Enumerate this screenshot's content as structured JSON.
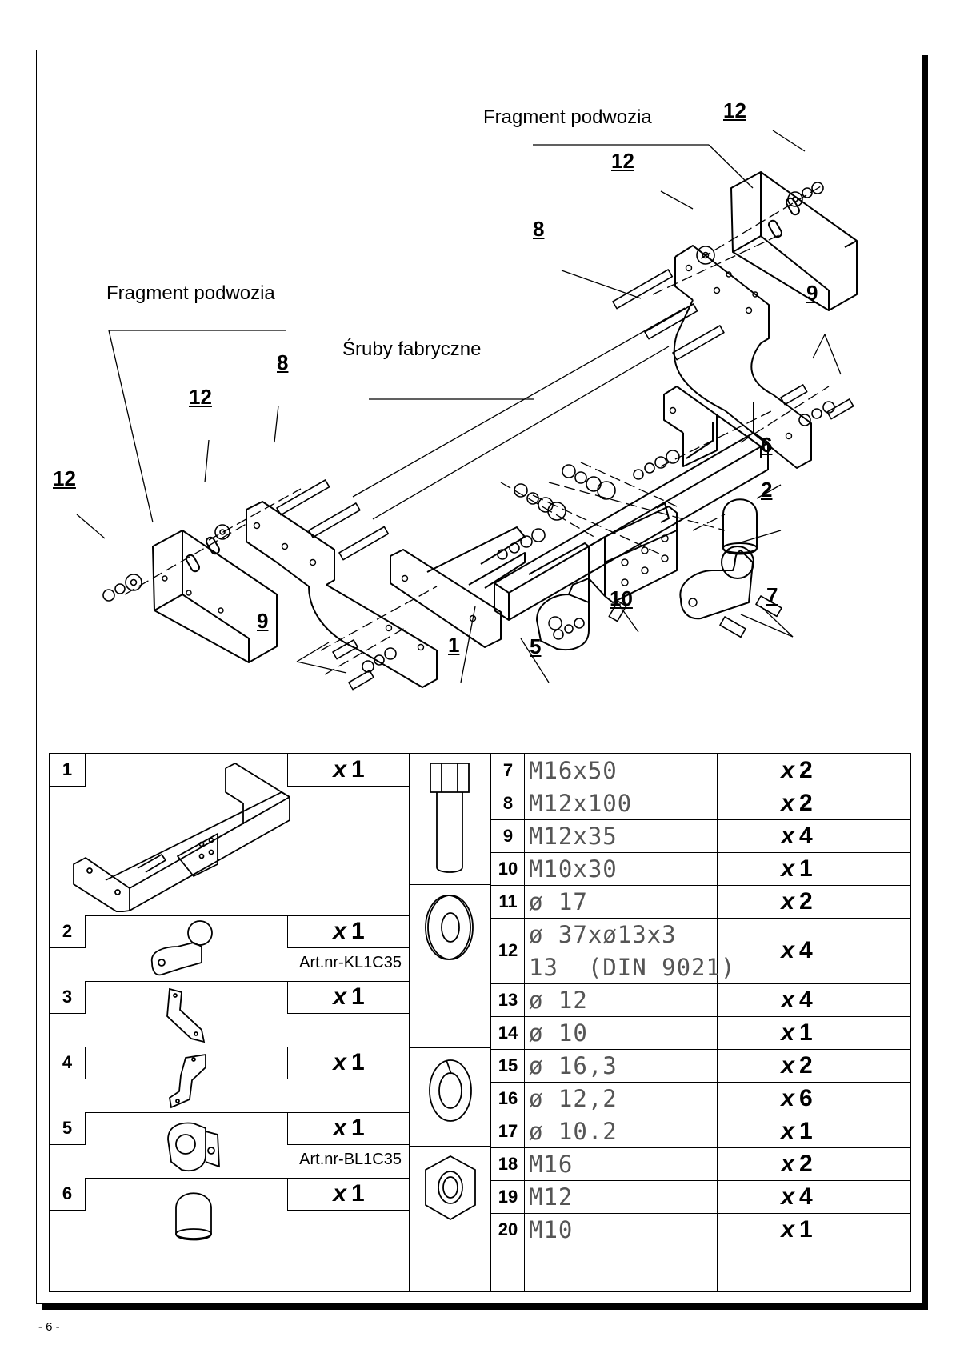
{
  "diagram": {
    "labels": {
      "fragment_top": "Fragment podwozia",
      "fragment_left": "Fragment podwozia",
      "sruby": "Śruby fabryczne",
      "n12a": "12",
      "n12b": "12",
      "n12c": "12",
      "n12d": "12",
      "n8a": "8",
      "n8b": "8",
      "n9a": "9",
      "n9b": "9",
      "n6": "6",
      "n2": "2",
      "n7": "7",
      "n10": "10",
      "n1": "1",
      "n5": "5"
    }
  },
  "parts_left": [
    {
      "num": "1",
      "qty": "x",
      "qty_n": "1",
      "art": ""
    },
    {
      "num": "2",
      "qty": "x",
      "qty_n": "1",
      "art": "Art.nr-KL1C35"
    },
    {
      "num": "3",
      "qty": "x",
      "qty_n": "1",
      "art": ""
    },
    {
      "num": "4",
      "qty": "x",
      "qty_n": "1",
      "art": ""
    },
    {
      "num": "5",
      "qty": "x",
      "qty_n": "1",
      "art": "Art.nr-BL1C35"
    },
    {
      "num": "6",
      "qty": "x",
      "qty_n": "1",
      "art": ""
    }
  ],
  "parts_right": [
    {
      "num": "7",
      "desc": "M16x50",
      "qty": "x",
      "qty_n": "2"
    },
    {
      "num": "8",
      "desc": "M12x100",
      "qty": "x",
      "qty_n": "2"
    },
    {
      "num": "9",
      "desc": "M12x35",
      "qty": "x",
      "qty_n": "4"
    },
    {
      "num": "10",
      "desc": "M10x30",
      "qty": "x",
      "qty_n": "1"
    },
    {
      "num": "11",
      "desc": "ø 17",
      "qty": "x",
      "qty_n": "2"
    },
    {
      "num": "12",
      "desc": "ø 37xø13x3",
      "desc2": "13  (DIN 9021)",
      "qty": "x",
      "qty_n": "4"
    },
    {
      "num": "13",
      "desc": "ø 12",
      "qty": "x",
      "qty_n": "4"
    },
    {
      "num": "14",
      "desc": "ø 10",
      "qty": "x",
      "qty_n": "1"
    },
    {
      "num": "15",
      "desc": "ø 16,3",
      "qty": "x",
      "qty_n": "2"
    },
    {
      "num": "16",
      "desc": "ø 12,2",
      "qty": "x",
      "qty_n": "6"
    },
    {
      "num": "17",
      "desc": "ø 10.2",
      "qty": "x",
      "qty_n": "1"
    },
    {
      "num": "18",
      "desc": "M16",
      "qty": "x",
      "qty_n": "2"
    },
    {
      "num": "19",
      "desc": "M12",
      "qty": "x",
      "qty_n": "4"
    },
    {
      "num": "20",
      "desc": "M10",
      "qty": "x",
      "qty_n": "1"
    }
  ],
  "footer": {
    "page": "- 6 -"
  }
}
